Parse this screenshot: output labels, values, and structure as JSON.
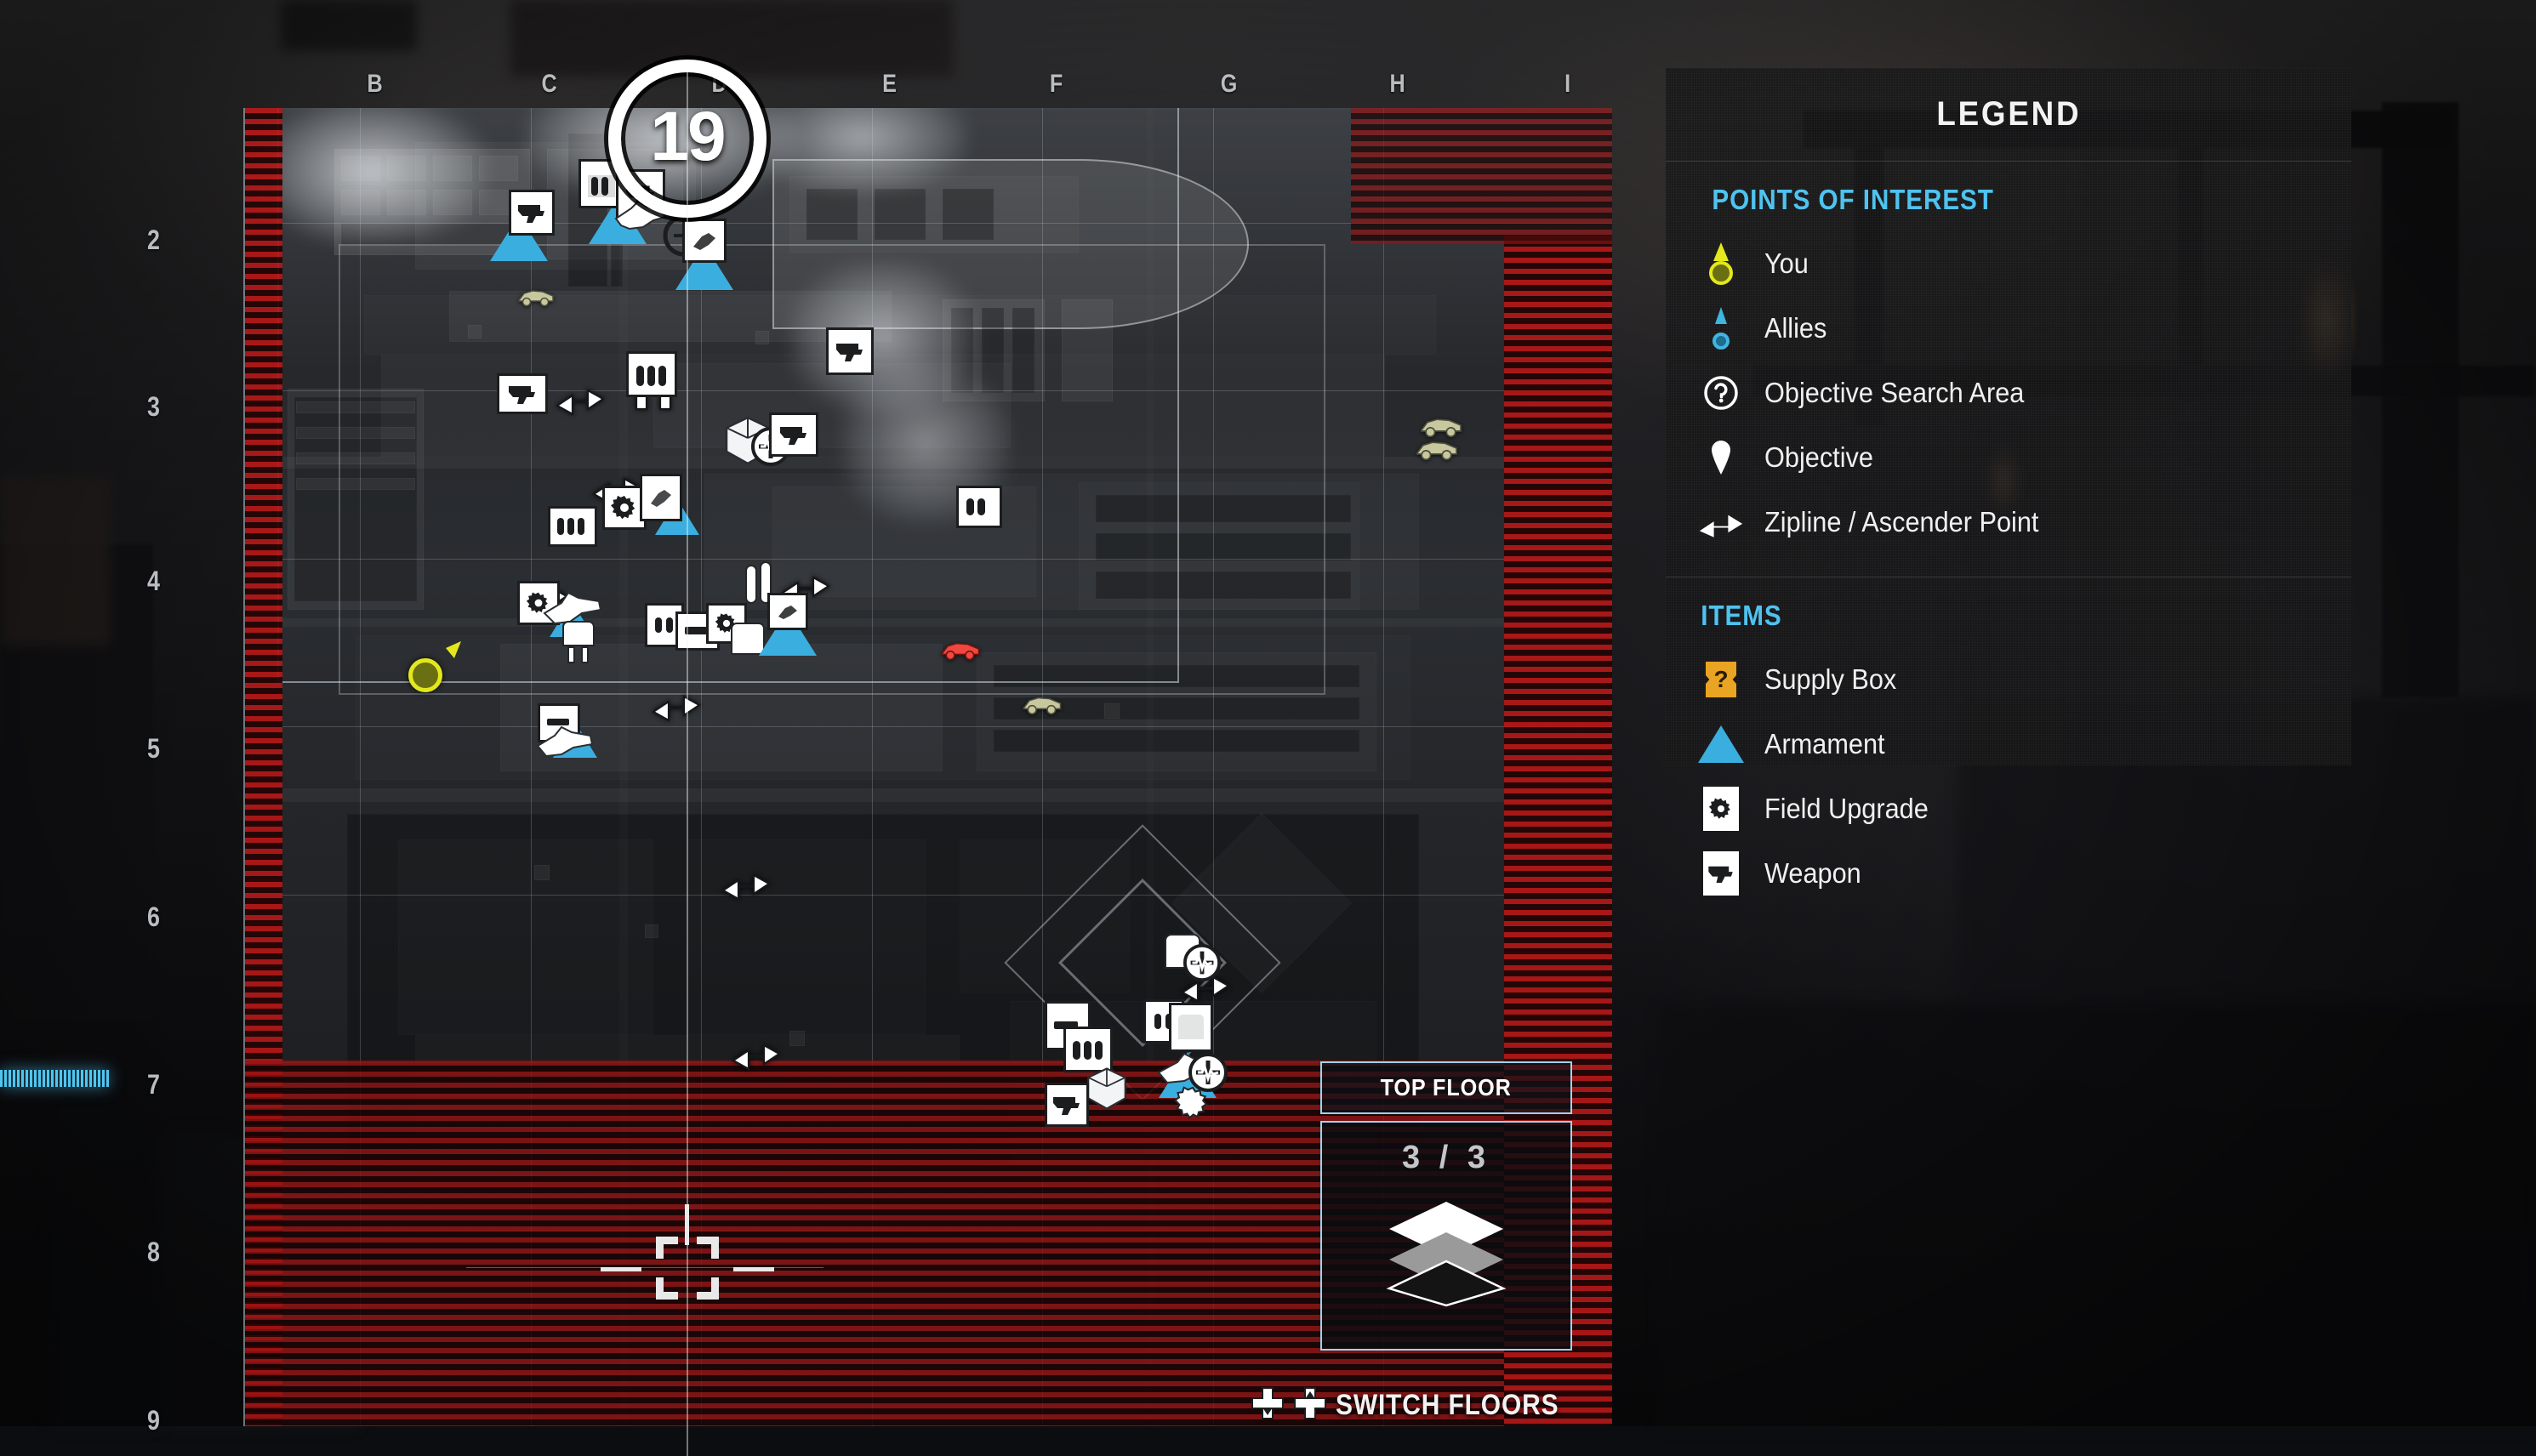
{
  "hud": {
    "ping_marker_value": "19",
    "cursor": "map-cursor"
  },
  "map": {
    "column_labels": [
      "B",
      "C",
      "D",
      "E",
      "F",
      "G",
      "H",
      "I"
    ],
    "row_labels": [
      "2",
      "3",
      "4",
      "5",
      "6",
      "7",
      "8",
      "9"
    ]
  },
  "floor_switcher": {
    "title": "TOP FLOOR",
    "count": "3 / 3",
    "prompt_label": "SWITCH FLOORS",
    "dpad_down_icon": "dpad-down-icon",
    "dpad_up_icon": "dpad-up-icon",
    "stack_icon": "floor-stack-icon"
  },
  "legend": {
    "title": "LEGEND",
    "sections": [
      {
        "heading": "POINTS OF INTEREST",
        "rows": [
          {
            "icon": "you-pin-icon",
            "label": "You"
          },
          {
            "icon": "allies-pin-icon",
            "label": "Allies"
          },
          {
            "icon": "objective-search-area-icon",
            "label": "Objective Search Area"
          },
          {
            "icon": "objective-pin-icon",
            "label": "Objective"
          },
          {
            "icon": "zipline-ascender-icon",
            "label": "Zipline / Ascender Point"
          }
        ]
      },
      {
        "heading": "ITEMS",
        "rows": [
          {
            "icon": "supply-box-icon",
            "label": "Supply Box"
          },
          {
            "icon": "armament-triangle-icon",
            "label": "Armament"
          },
          {
            "icon": "field-upgrade-gear-icon",
            "label": "Field Upgrade"
          },
          {
            "icon": "weapon-pistol-icon",
            "label": "Weapon"
          }
        ]
      }
    ]
  },
  "colors": {
    "accent_cyan": "#4ec3f0",
    "you_yellow": "#e3e81d",
    "ally_blue": "#3fb5e0",
    "armament_blue": "#3aaede",
    "supply_orange": "#e8a422",
    "out_of_bounds_red": "#b21616",
    "enemy_vehicle_red": "#f0473f",
    "vehicle_tan": "#c8c8a0"
  }
}
